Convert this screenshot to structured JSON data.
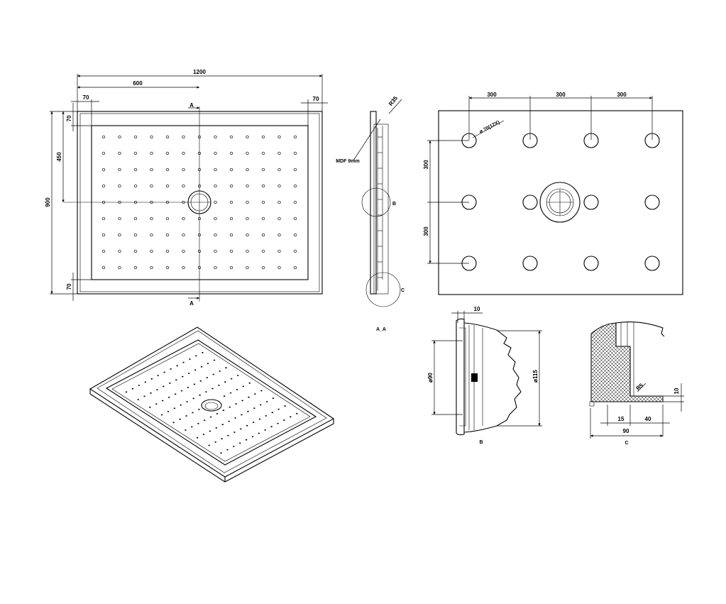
{
  "plan_view": {
    "dim_total_width": "1200",
    "dim_half_width": "600",
    "dim_rim_left": "70",
    "dim_rim_right": "70",
    "dim_rim_top": "70",
    "dim_rim_bottom": "70",
    "dim_half_depth": "450",
    "dim_total_depth": "900",
    "section_mark_top": "A",
    "section_mark_bottom": "A"
  },
  "section_view": {
    "label_material": "MDF 9mm",
    "label_radius": "R35",
    "detail_ref_b": "B",
    "detail_ref_c": "C",
    "caption": "A_A"
  },
  "underside_view": {
    "dim_spacing_1": "300",
    "dim_spacing_2": "300",
    "dim_spacing_3": "300",
    "dim_vertical_1": "300",
    "dim_vertical_2": "300",
    "foot_label": "⌀ 70(12X)"
  },
  "detail_b": {
    "dim_flange": "10",
    "dim_inner_diameter": "⌀90",
    "dim_outer_diameter": "⌀115",
    "caption": "B"
  },
  "detail_c": {
    "dim_radius": "R5",
    "dim_thickness": "10",
    "dim_15": "15",
    "dim_40": "40",
    "dim_90": "90",
    "caption": "C"
  }
}
